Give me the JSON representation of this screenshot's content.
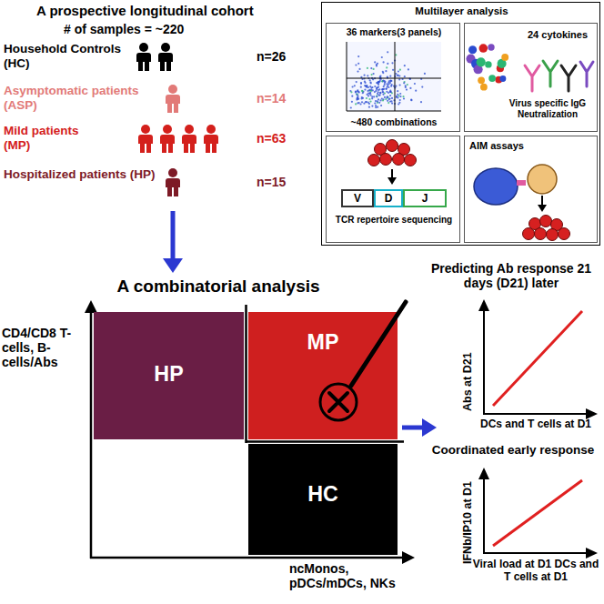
{
  "diagram": {
    "nodes": [
      {
        "text": [
          "Multilayer analysis"
        ]
      },
      {
        "text": [
          "36 markers(3 panels)",
          "~480 combinations"
        ],
        "in": 0
      },
      {
        "text": [
          "24 cytokines",
          "Virus specific IgG Neutralization"
        ],
        "in": 0
      },
      {
        "text": [
          "TCR repertoire sequencing"
        ],
        "in": 0
      },
      {
        "text": [
          "V"
        ],
        "in": 3
      },
      {
        "text": [
          "D"
        ],
        "in": 3
      },
      {
        "text": [
          "J"
        ],
        "in": 3
      },
      {
        "text": [
          "AIM assays"
        ],
        "in": 0
      },
      {
        "text": [
          "HP"
        ]
      },
      {
        "text": [
          "MP"
        ]
      },
      {
        "text": [
          "HC"
        ]
      }
    ],
    "labels": [
      "A prospective longitudinal cohort",
      "# of samples = ~220",
      "Household Controls (HC)",
      "n=26",
      "Asymptomatic patients (ASP)",
      "n=14",
      "Mild patients (MP)",
      "n=63",
      "Hospitalized patients (HP)",
      "n=15",
      "A combinatorial analysis",
      "CD4/CD8 T-cells, B-cells/Abs",
      "ncMonos, pDCs/mDCs, NKs",
      "Predicting Ab response 21 days (D21) later",
      "Abs at D21",
      "DCs and T cells at D1",
      "Coordinated early response",
      "IFNb/IP10 at D1",
      "Viral load at D1 DCs and T cells at D1"
    ]
  }
}
